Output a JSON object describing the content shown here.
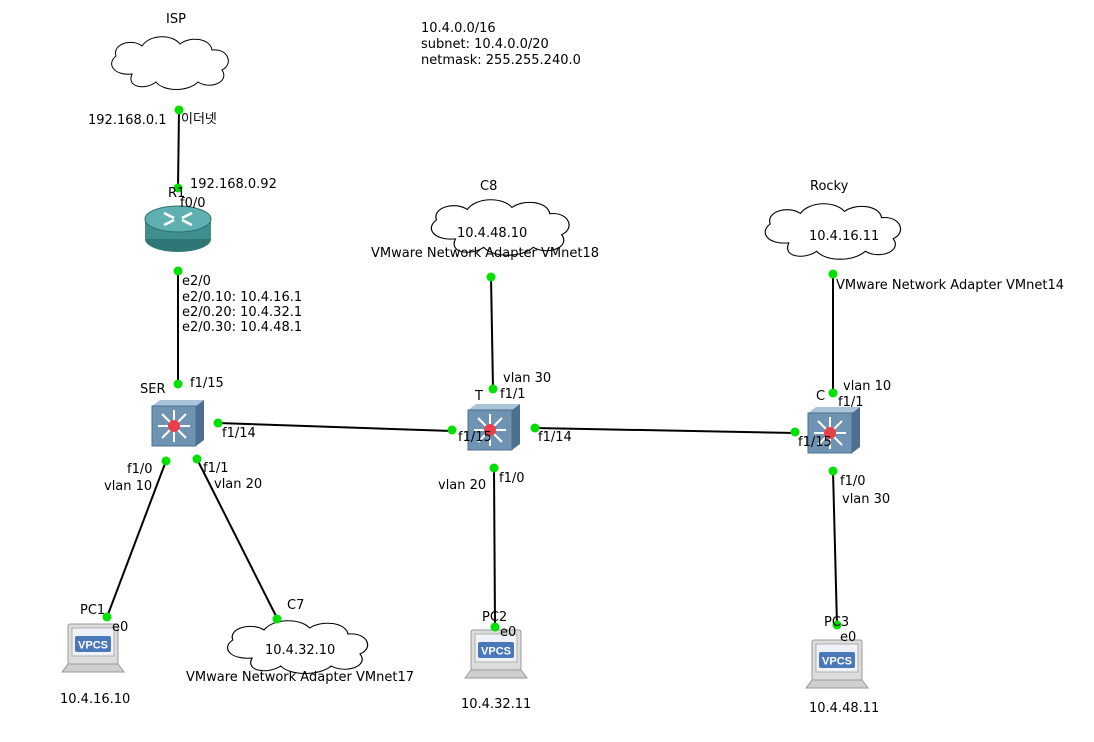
{
  "note": {
    "line1": "10.4.0.0/16",
    "line2": "subnet: 10.4.0.0/20",
    "line3": "netmask: 255.255.240.0"
  },
  "nodes": {
    "isp": {
      "name": "ISP"
    },
    "r1": {
      "name": "R1"
    },
    "ser": {
      "name": "SER"
    },
    "t": {
      "name": "T"
    },
    "c": {
      "name": "C"
    },
    "c8": {
      "name": "C8",
      "ip": "10.4.48.10",
      "adapter": "VMware Network Adapter VMnet18"
    },
    "rocky": {
      "name": "Rocky",
      "ip": "10.4.16.11",
      "adapter": "VMware Network Adapter VMnet14"
    },
    "c7": {
      "name": "C7",
      "ip": "10.4.32.10",
      "adapter": "VMware Network Adapter VMnet17"
    },
    "pc1": {
      "name": "PC1",
      "ip": "10.4.16.10",
      "badge": "VPCS"
    },
    "pc2": {
      "name": "PC2",
      "ip": "10.4.32.11",
      "badge": "VPCS"
    },
    "pc3": {
      "name": "PC3",
      "ip": "10.4.48.11",
      "badge": "VPCS"
    }
  },
  "labels": {
    "isp_ip": "192.168.0.1",
    "isp_port": "이더넷",
    "r1_ip": "192.168.0.92",
    "r1_f00": "f0/0",
    "r1_e20": "e2/0",
    "r1_sub10": "e2/0.10: 10.4.16.1",
    "r1_sub20": "e2/0.20: 10.4.32.1",
    "r1_sub30": "e2/0.30: 10.4.48.1",
    "ser_f115": "f1/15",
    "ser_f114": "f1/14",
    "ser_f10": "f1/0",
    "ser_vlan10": "vlan 10",
    "ser_f11": "f1/1",
    "ser_vlan20": "vlan 20",
    "t_vlan30": "vlan 30",
    "t_f11": "f1/1",
    "t_f115": "f1/15",
    "t_f114": "f1/14",
    "t_vlan20": "vlan 20",
    "t_f10": "f1/0",
    "c_vlan10": "vlan 10",
    "c_f11": "f1/1",
    "c_f115": "f1/15",
    "c_f10": "f1/0",
    "c_vlan30": "vlan 30",
    "pc1_e0": "e0",
    "pc2_e0": "e0",
    "pc3_e0": "e0"
  },
  "colors": {
    "port_dot": "#00e000",
    "link": "#000000",
    "router_body": "#3f8f8f",
    "switch_body": "#6f93b3",
    "switch_center": "#e8404a",
    "vpcs_badge": "#4a78b8"
  }
}
